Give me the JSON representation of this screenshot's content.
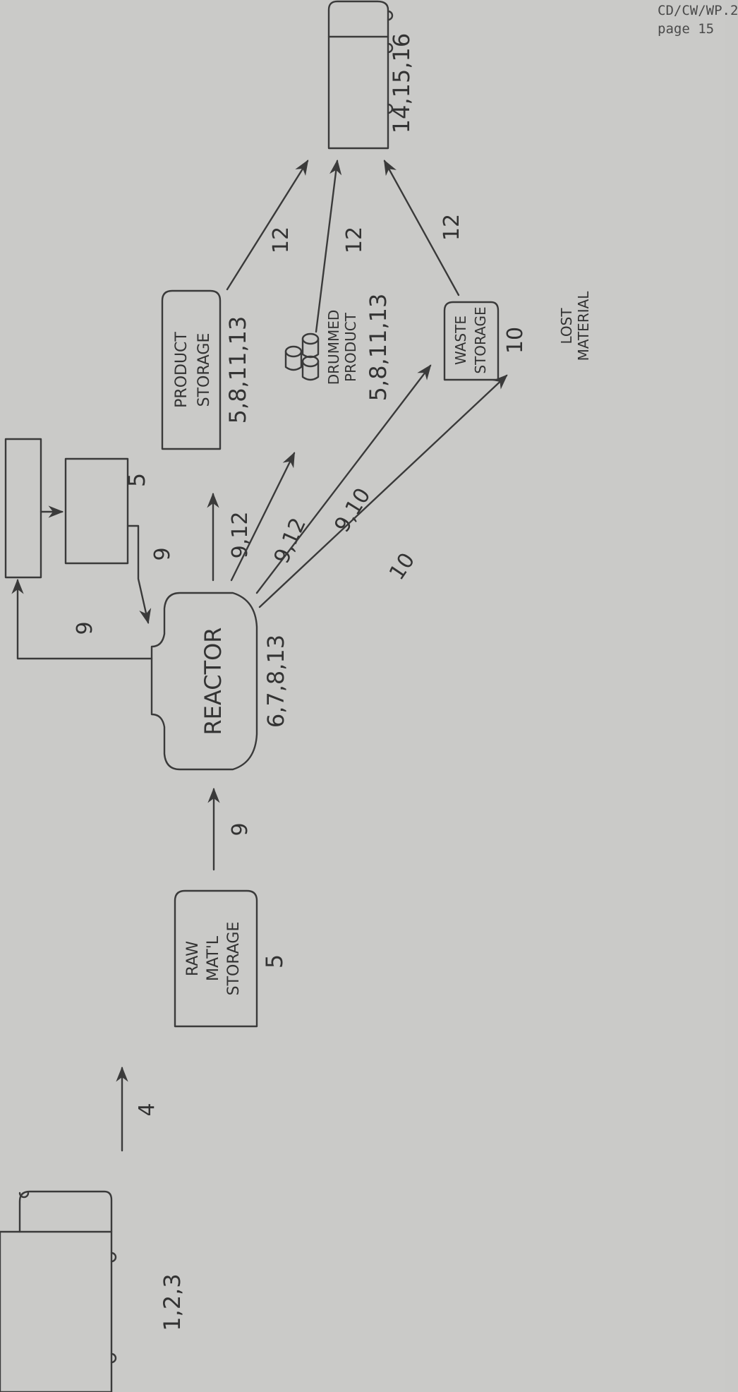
{
  "header": {
    "doc_ref": "CD/CW/WP.2",
    "page": "page 15"
  },
  "nodes": {
    "incoming_truck": {
      "numbers": "1,2,3"
    },
    "raw_storage": {
      "line1": "RAW",
      "line2": "MAT'L",
      "line3": "STORAGE",
      "numbers": "5"
    },
    "reactor": {
      "label": "REACTOR",
      "numbers": "6,7,8,13"
    },
    "condenser_tank": {
      "numbers": "5"
    },
    "product_storage": {
      "line1": "PRODUCT",
      "line2": "STORAGE",
      "numbers": "5,8,11,13"
    },
    "drummed_product": {
      "line1": "DRUMMED",
      "line2": "PRODUCT",
      "numbers": "5,8,11,13"
    },
    "waste_storage": {
      "line1": "WASTE",
      "line2": "STORAGE",
      "numbers": "10"
    },
    "lost_material": {
      "line1": "LOST",
      "line2": "MATERIAL"
    },
    "outgoing_truck": {
      "numbers": "14,15,16"
    }
  },
  "flows": {
    "truck_to_raw": "4",
    "raw_to_reactor": "9",
    "reactor_to_condenser": "9",
    "condenser_return": "9",
    "reactor_to_product": "9,12",
    "reactor_to_drums": "9,12",
    "reactor_to_waste": "9,10",
    "reactor_to_lost": "10",
    "product_to_truck": "12",
    "drums_to_truck": "12",
    "waste_to_truck": "12"
  }
}
